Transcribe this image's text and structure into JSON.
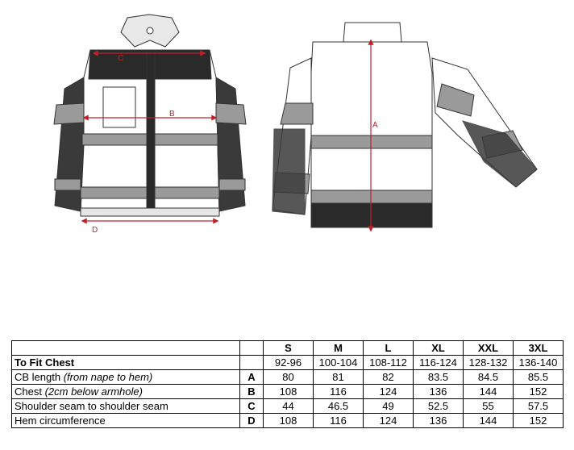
{
  "figure": {
    "markers": [
      "A",
      "B",
      "C",
      "D"
    ]
  },
  "table": {
    "sizes": [
      "S",
      "M",
      "L",
      "XL",
      "XXL",
      "3XL"
    ],
    "chest_row": {
      "label": "To Fit Chest",
      "values": [
        "92-96",
        "100-104",
        "108-112",
        "116-124",
        "128-132",
        "136-140"
      ]
    },
    "rows": [
      {
        "label": "CB length ",
        "note": "(from nape to hem)",
        "key": "A",
        "values": [
          "80",
          "81",
          "82",
          "83.5",
          "84.5",
          "85.5"
        ]
      },
      {
        "label": "Chest ",
        "note": "(2cm below armhole)",
        "key": "B",
        "values": [
          "108",
          "116",
          "124",
          "136",
          "144",
          "152"
        ]
      },
      {
        "label": "Shoulder seam to shoulder seam",
        "note": "",
        "key": "C",
        "values": [
          "44",
          "46.5",
          "49",
          "52.5",
          "55",
          "57.5"
        ]
      },
      {
        "label": "Hem circumference",
        "note": "",
        "key": "D",
        "values": [
          "108",
          "116",
          "124",
          "136",
          "144",
          "152"
        ]
      }
    ]
  }
}
